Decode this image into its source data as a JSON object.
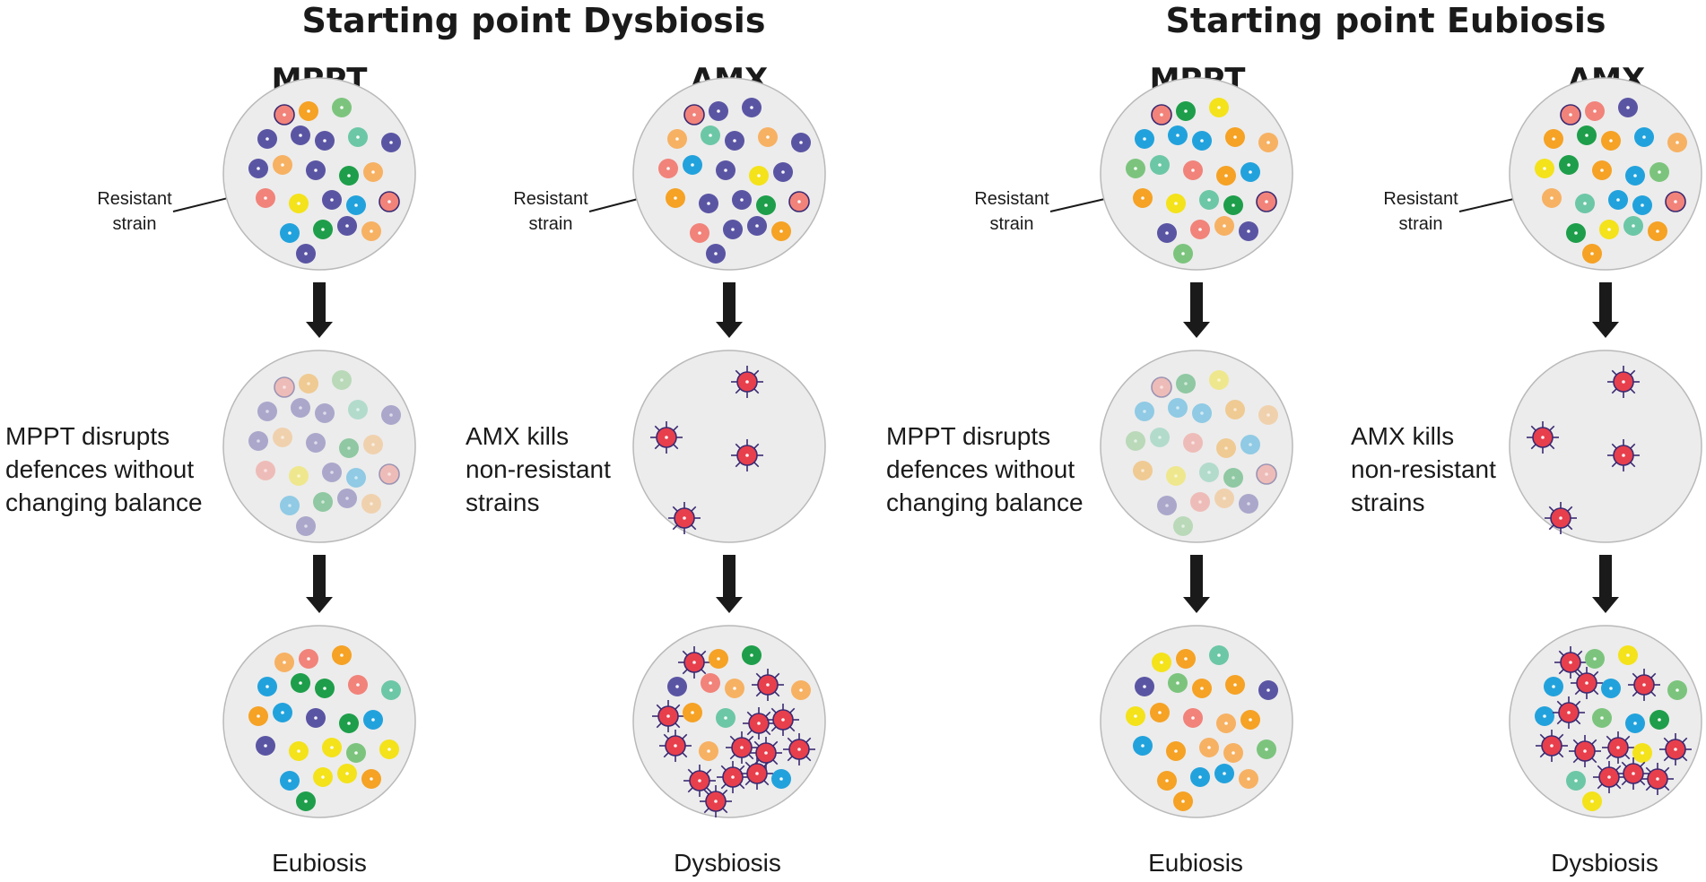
{
  "titles": {
    "dysbiosis_start": "Starting point Dysbiosis",
    "eubiosis_start": "Starting point Eubiosis"
  },
  "labels": {
    "mppt": "MPPT",
    "amx": "AMX",
    "resistant_line1": "Resistant",
    "resistant_line2": "strain",
    "mppt_note_line1": "MPPT disrupts",
    "mppt_note_line2": "defences without",
    "mppt_note_line3": "changing balance",
    "amx_note_line1": "AMX kills",
    "amx_note_line2": "non-resistant",
    "amx_note_line3": "strains",
    "eubiosis": "Eubiosis",
    "dysbiosis": "Dysbiosis"
  },
  "strain_colors": {
    "purple": "#5a55a3",
    "green": "#1e9e4a",
    "teal": "#6cc7a6",
    "lightgreen": "#7cc47d",
    "blue": "#22a2dc",
    "yellow": "#f4e21b",
    "orange": "#f5a225",
    "lightorange": "#f7b163",
    "pink": "#f1837a",
    "resistant": "#e83f4c",
    "resistant_outline": "#3b2a72",
    "arrow": "#1a1a1a"
  }
}
